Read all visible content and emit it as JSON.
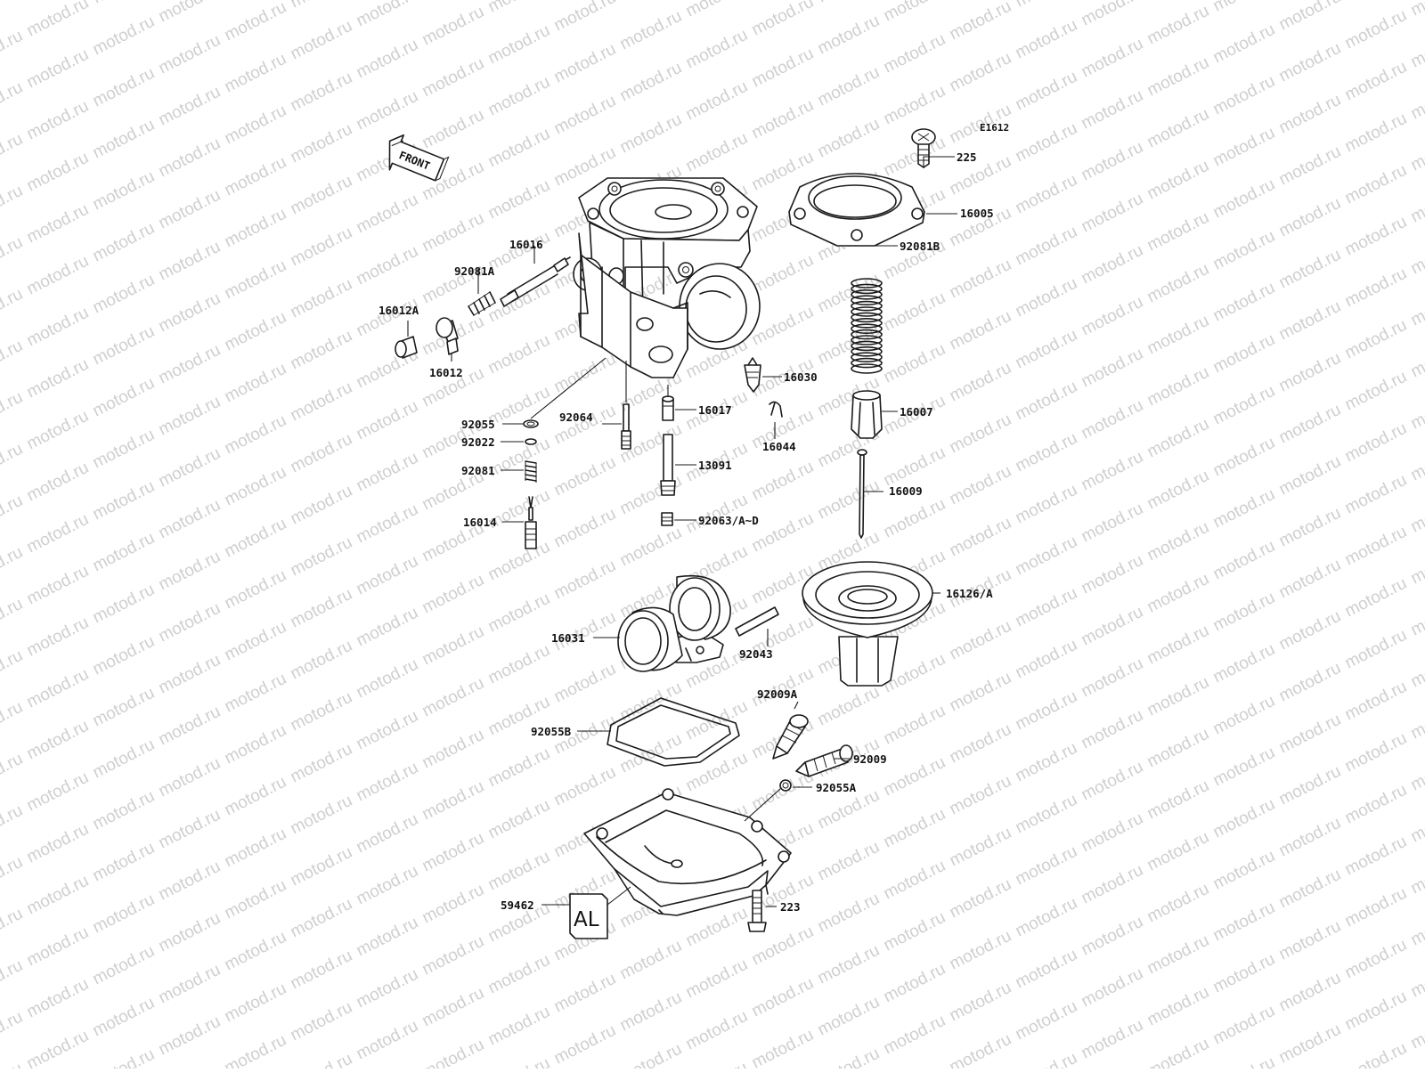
{
  "diagram_code": "E1612",
  "watermark_text": "motod.ru",
  "front_arrow_text": "FRONT",
  "bowl_material_text": "AL",
  "parts": {
    "p225": "225",
    "p16005": "16005",
    "p16016": "16016",
    "p92081A": "92081A",
    "p16012A": "16012A",
    "p16012": "16012",
    "p92081B": "92081B",
    "p16030": "16030",
    "p16007": "16007",
    "p92055": "92055",
    "p92064": "92064",
    "p16017": "16017",
    "p16044": "16044",
    "p92022": "92022",
    "p92081": "92081",
    "p13091": "13091",
    "p16009": "16009",
    "p16014": "16014",
    "p92063": "92063/A~D",
    "p16126": "16126/A",
    "p16031": "16031",
    "p92043": "92043",
    "p92009A": "92009A",
    "p92055B": "92055B",
    "p92009": "92009",
    "p92055A": "92055A",
    "p59462": "59462",
    "p223": "223"
  }
}
